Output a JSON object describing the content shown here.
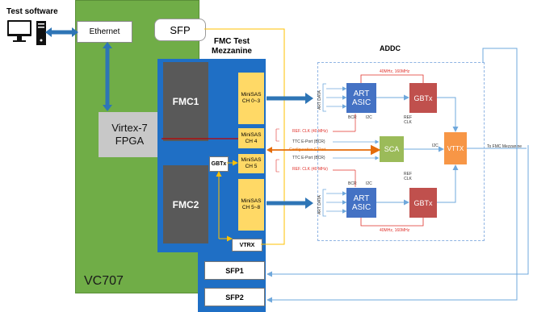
{
  "test_software": {
    "label": "Test software"
  },
  "ethernet": {
    "label": "Ethernet"
  },
  "sfp_top": {
    "label": "SFP"
  },
  "fpga": {
    "line1": "Virtex-7",
    "line2": "FPGA"
  },
  "board": {
    "label": "VC707"
  },
  "fmc_test": {
    "line1": "FMC Test",
    "line2": "Mezzanine"
  },
  "fmc1": {
    "label": "FMC1"
  },
  "fmc2": {
    "label": "FMC2"
  },
  "minisas": [
    {
      "line1": "MiniSAS",
      "line2": "CH 0~3"
    },
    {
      "line1": "MiniSAS",
      "line2": "CH 4"
    },
    {
      "line1": "MiniSAS",
      "line2": "CH 5"
    },
    {
      "line1": "MiniSAS",
      "line2": "CH 5~8"
    }
  ],
  "gbtx_small": {
    "label": "GBTx"
  },
  "vtrx": {
    "label": "VTRX"
  },
  "sfp1": {
    "label": "SFP1"
  },
  "sfp2": {
    "label": "SFP2"
  },
  "addc": {
    "title": "ADDC",
    "art_top": {
      "line1": "ART",
      "line2": "ASIC"
    },
    "art_bottom": {
      "line1": "ART",
      "line2": "ASIC"
    },
    "gbtx_top": {
      "label": "GBTx"
    },
    "gbtx_bottom": {
      "label": "GBTx"
    },
    "sca": {
      "label": "SCA"
    },
    "vttx": {
      "label": "VTTX"
    },
    "art_data_top": "ART DATA",
    "art_data_bottom": "ART DATA",
    "freq_top": "40MHz, 160MHz",
    "freq_bottom": "40MHz, 160MHz",
    "bcr_top": "BCR",
    "i2c_top": "I2C",
    "bcr_bottom": "BCR",
    "i2c_bottom": "I2C",
    "ref_clk_top": {
      "line1": "REF",
      "line2": "CLK"
    },
    "ref_clk_bottom": {
      "line1": "REF",
      "line2": "CLK"
    },
    "i2c_sca": "I2C",
    "sig_ref_clk_1": "REF. CLK (40 MHz)",
    "sig_ttc_1": "TTC E-Port (BCR)",
    "sig_config": "Configuration E-Port",
    "sig_ttc_2": "TTC E-Port (BCR)",
    "sig_ref_clk_2": "REF. CLK (40 MHz)",
    "to_fmc": "To FMC Mezzanine"
  },
  "colors": {
    "vc707_green": "#70ad47",
    "fmc_blue": "#1f6fc5",
    "fpga_gray": "#c8c8c8",
    "fmc_dark": "#595959",
    "minisas_yellow": "#ffd966",
    "art_blue": "#4472c4",
    "gbtx_red": "#c0504d",
    "sca_green": "#9bbb59",
    "vttx_orange": "#f79646",
    "cable_orange": "#ffc000",
    "arrow_blue": "#2e75b6",
    "signal_red": "#e0302a",
    "link_blue": "#9dc3e6"
  }
}
